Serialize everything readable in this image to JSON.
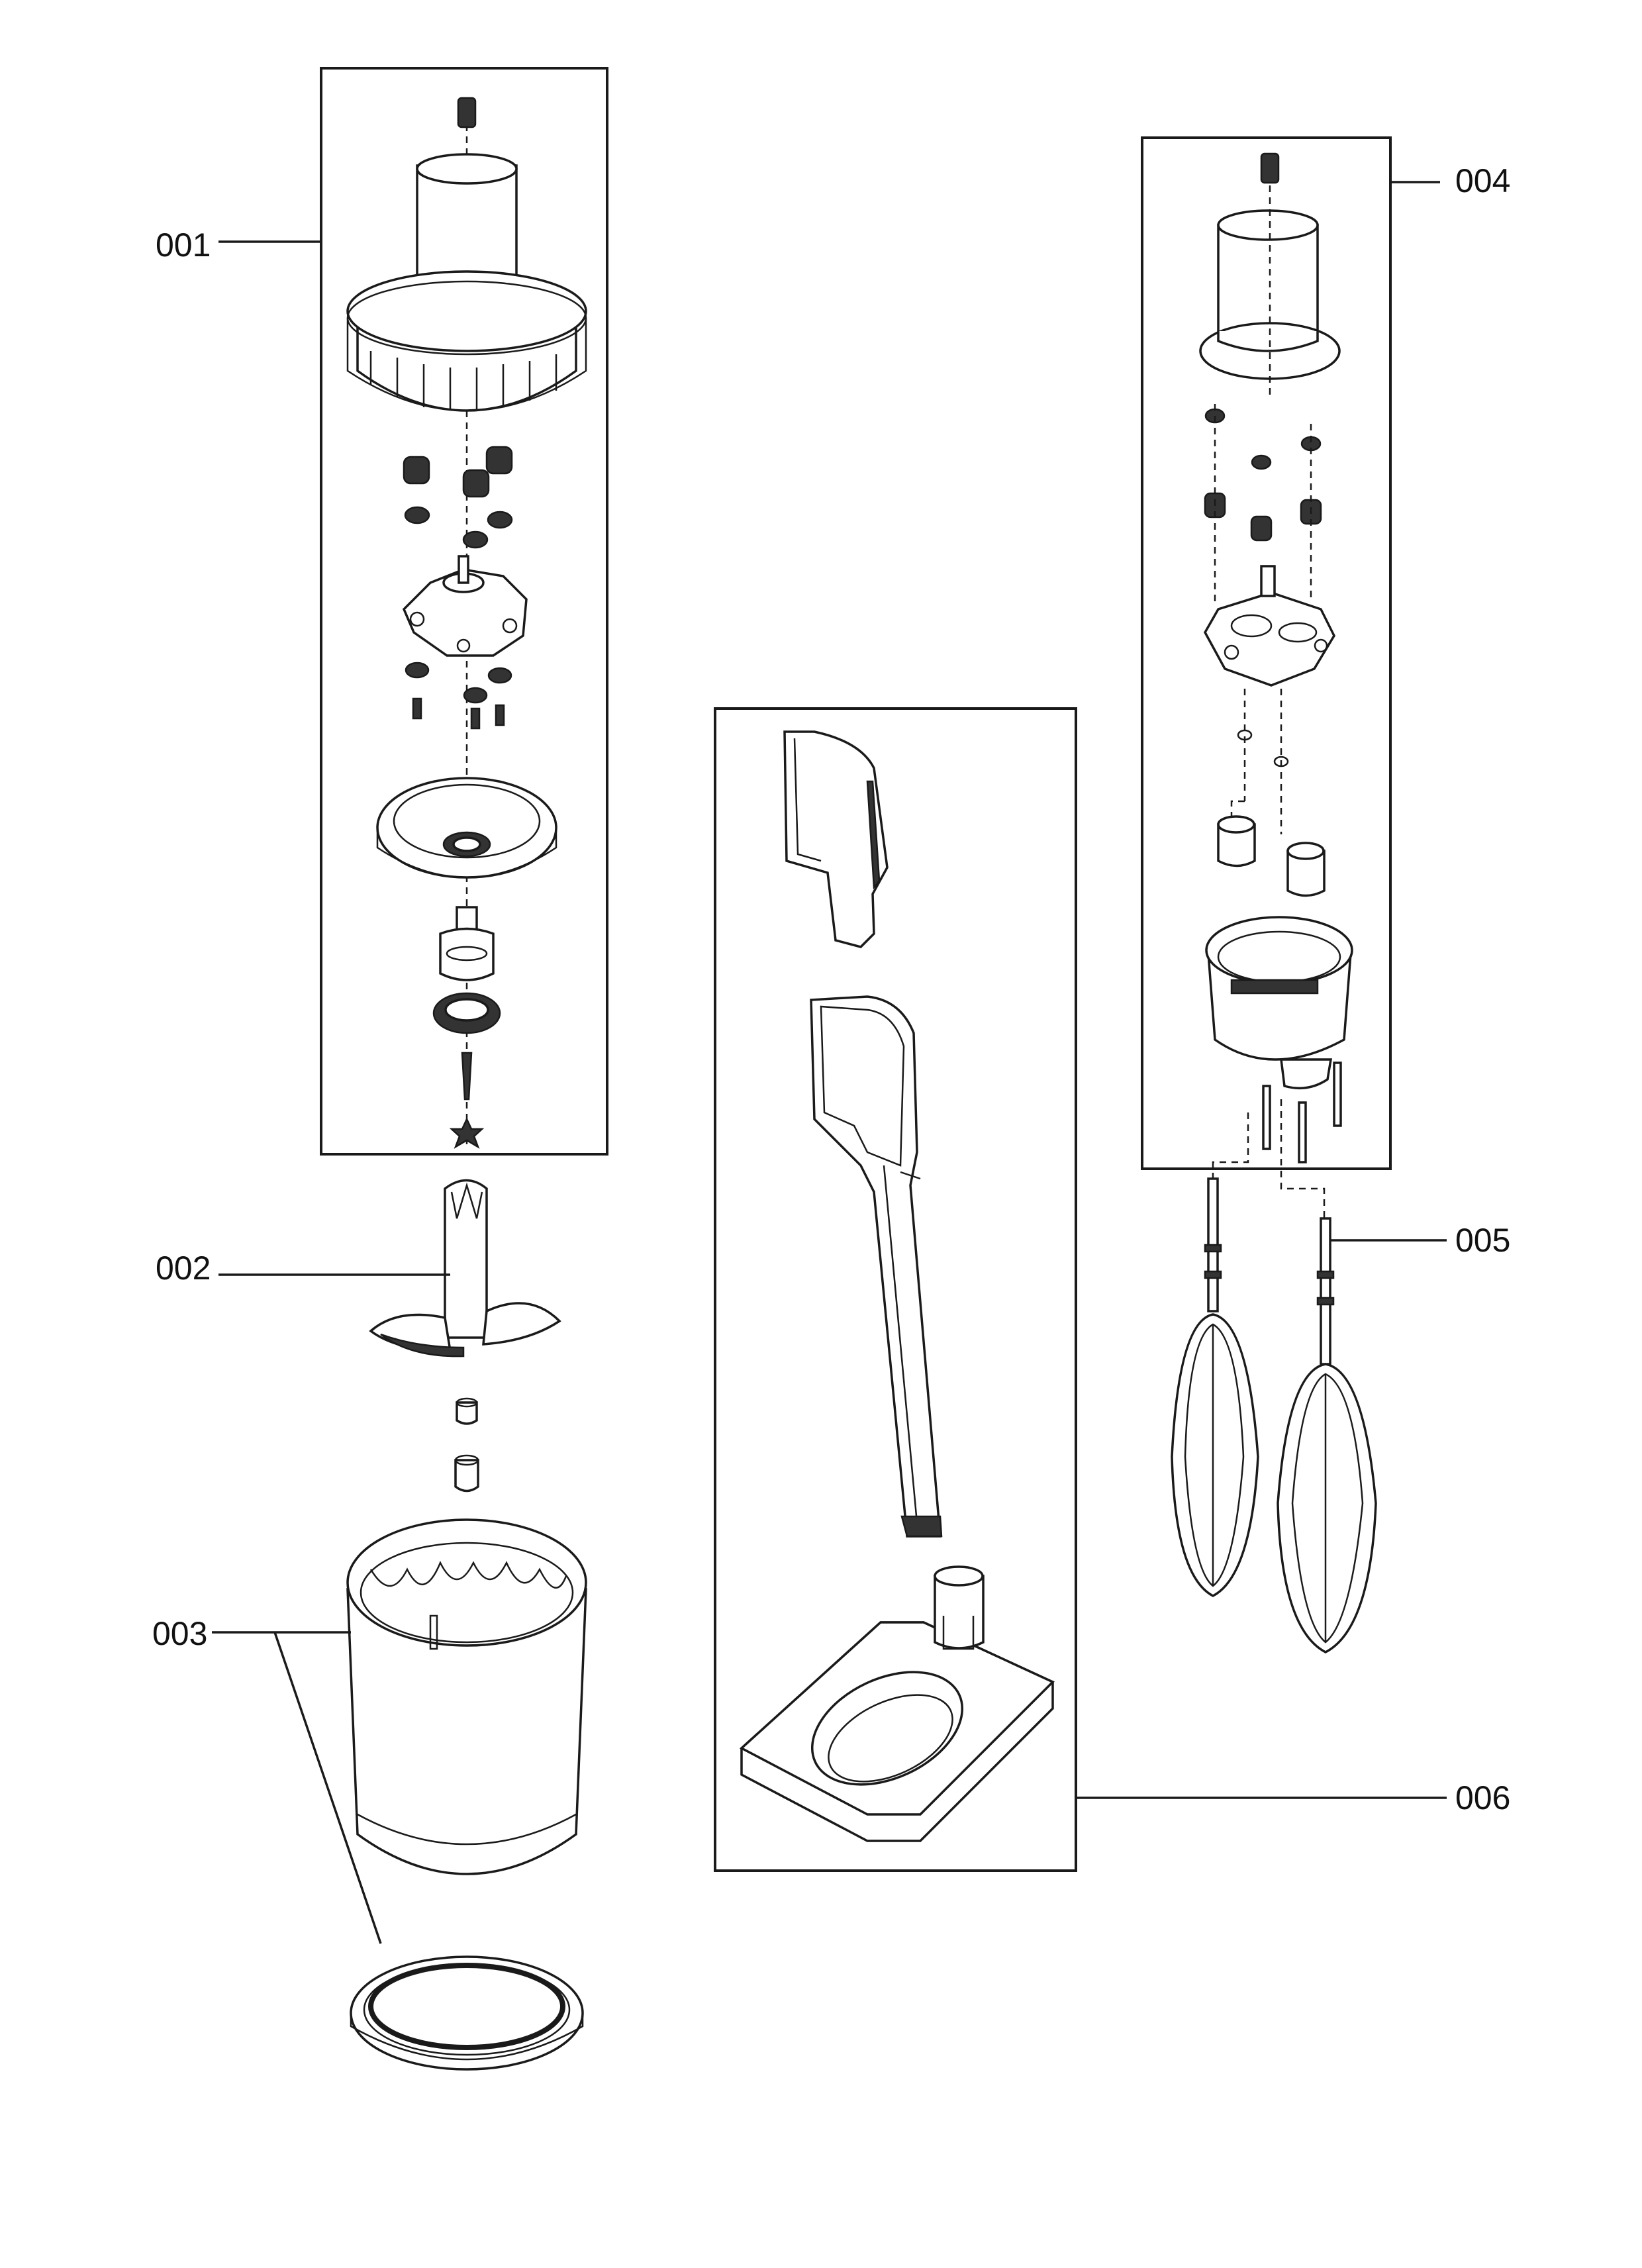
{
  "callouts": {
    "p001": "001",
    "p002": "002",
    "p003": "003",
    "p004": "004",
    "p005": "005",
    "p006": "006"
  },
  "colors": {
    "line": "#1a1a1a",
    "fill": "#ffffff",
    "shade": "#3a3a3a",
    "light": "#e6e6e6"
  }
}
